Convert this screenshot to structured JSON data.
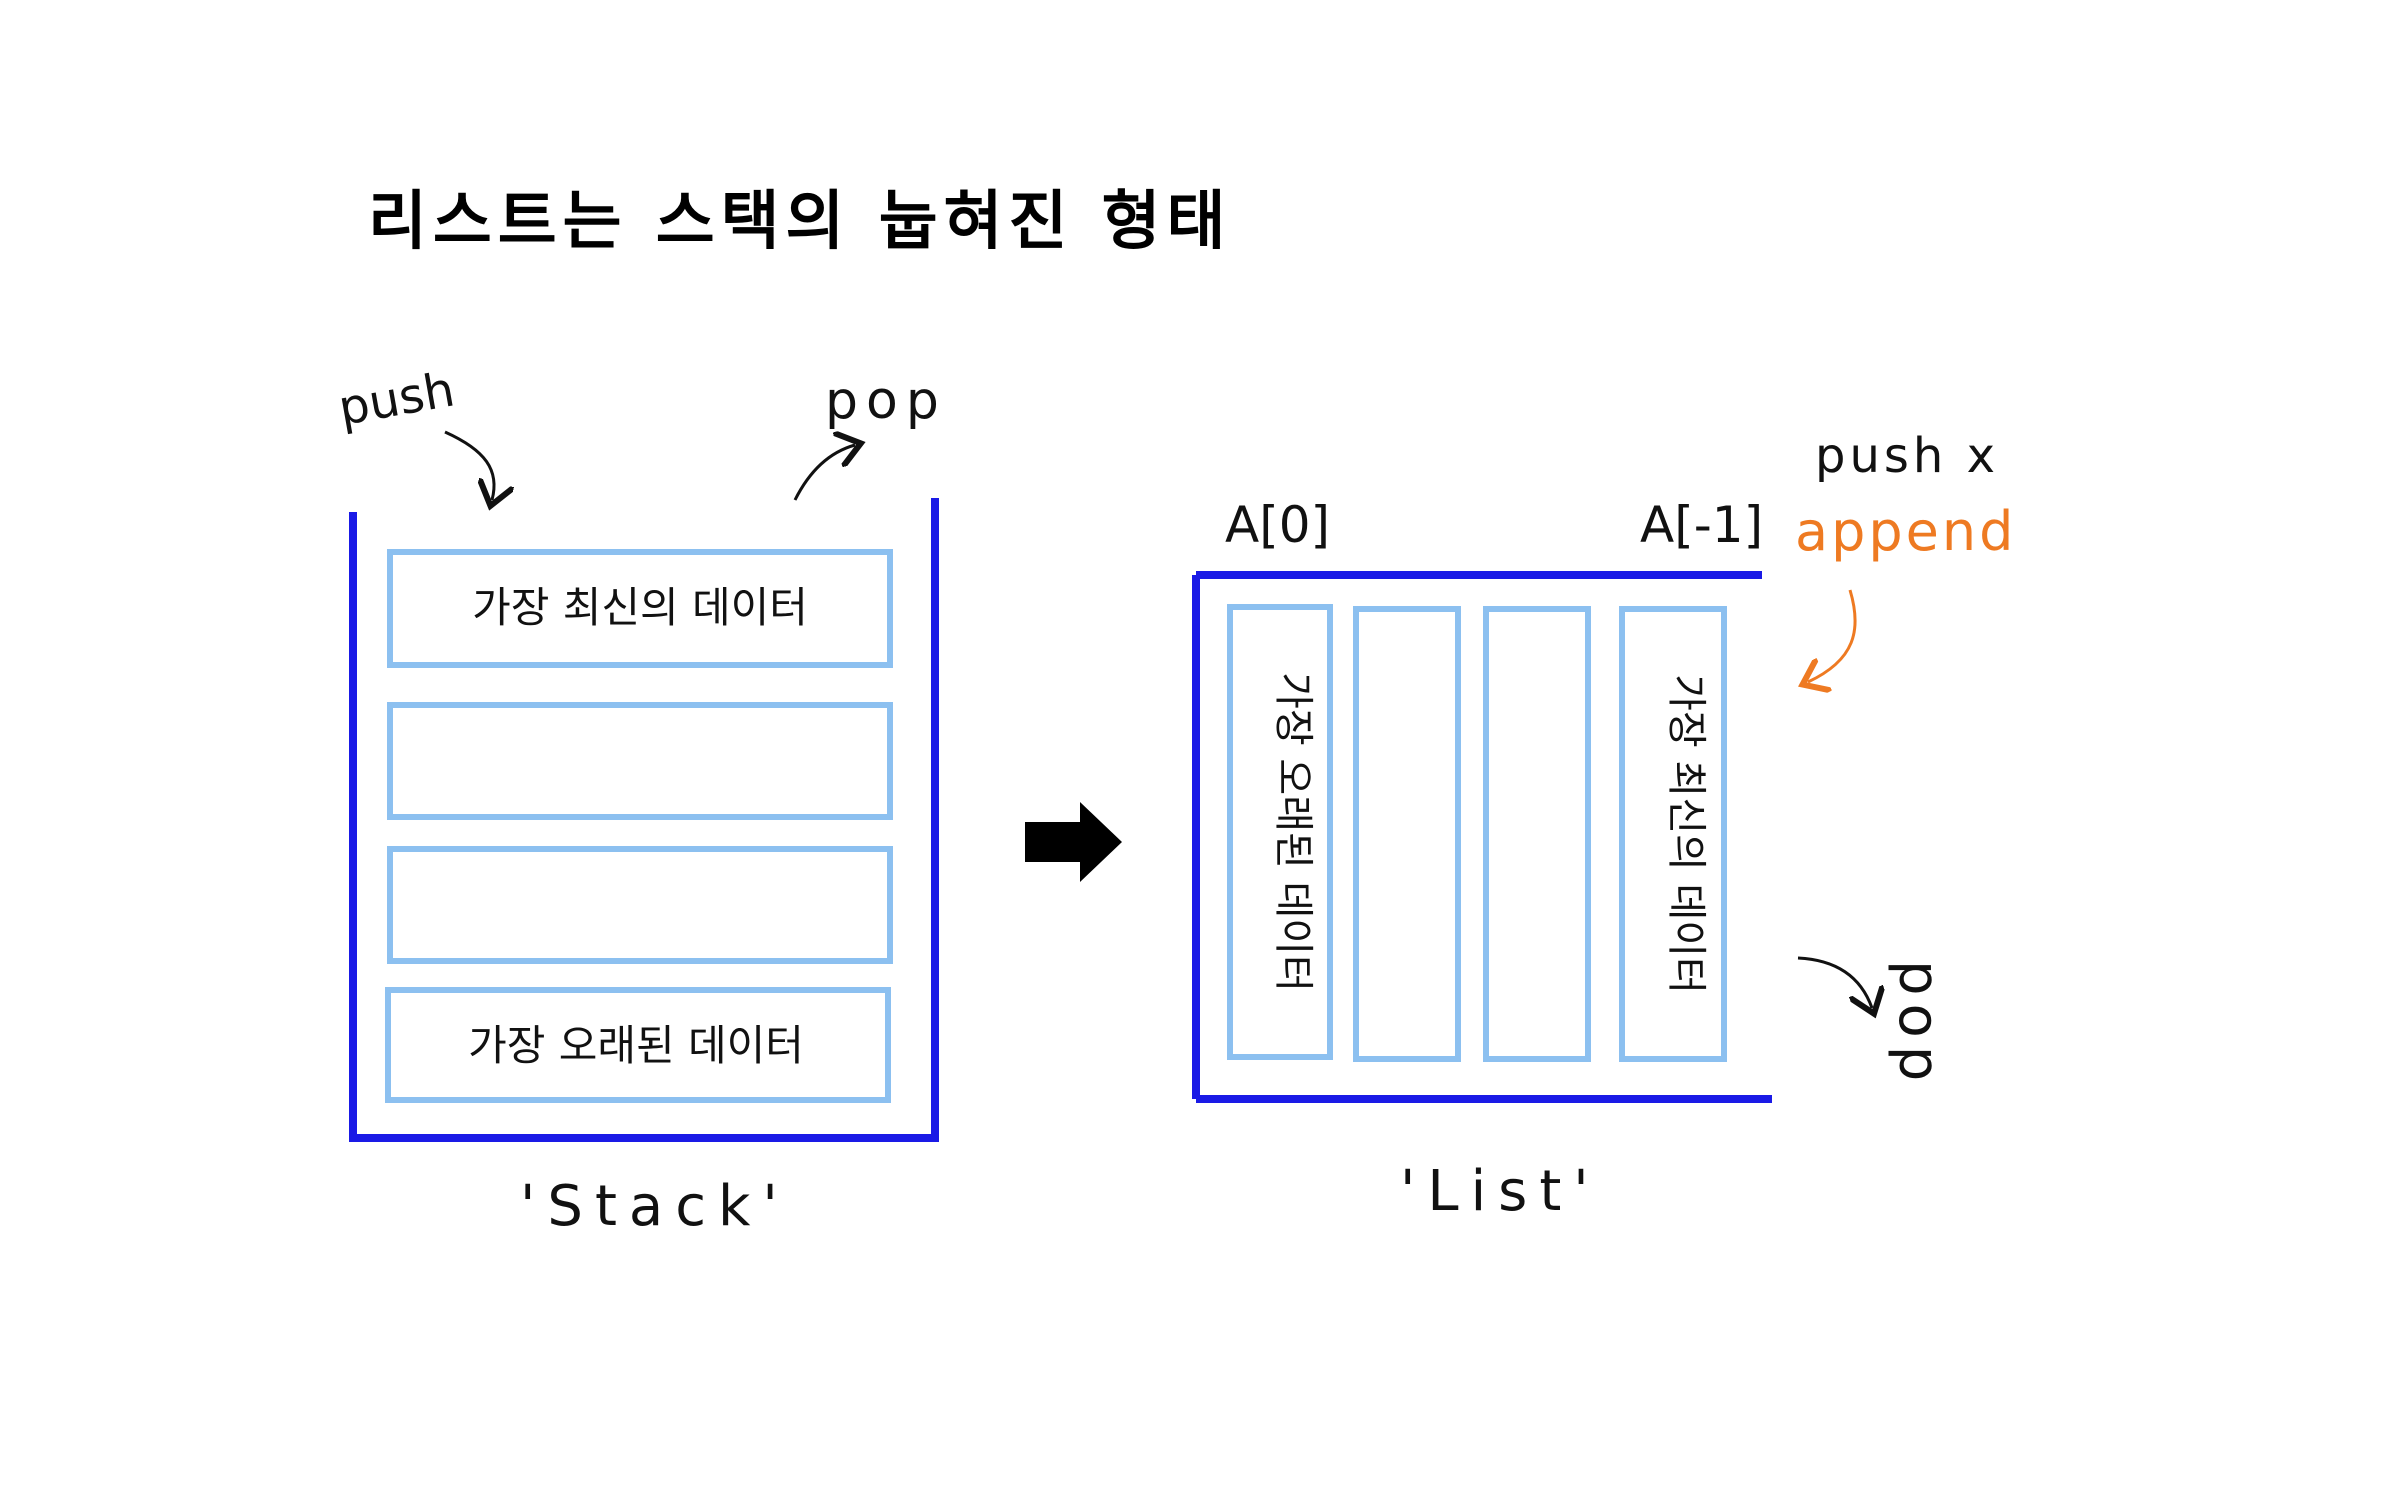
{
  "title": "리스트는 스택의 눕혀진 형태",
  "stack": {
    "push_label": "push",
    "pop_label": "pop",
    "caption": "'Stack'",
    "slots": [
      "가장 최신의 데이터",
      "",
      "",
      "가장 오래된 데이터"
    ]
  },
  "list": {
    "index_first": "A[0]",
    "index_last": "A[-1]",
    "push_label": "push x",
    "append_label": "append",
    "pop_label": "pop",
    "caption": "'List'",
    "slots": [
      "가장 오래된 데이터",
      "",
      "",
      "가장 최신의 데이터"
    ]
  },
  "colors": {
    "container": "#1a1ae6",
    "slot": "#8cc0f0",
    "accent": "#ee7a22",
    "arrow": "#000000"
  }
}
